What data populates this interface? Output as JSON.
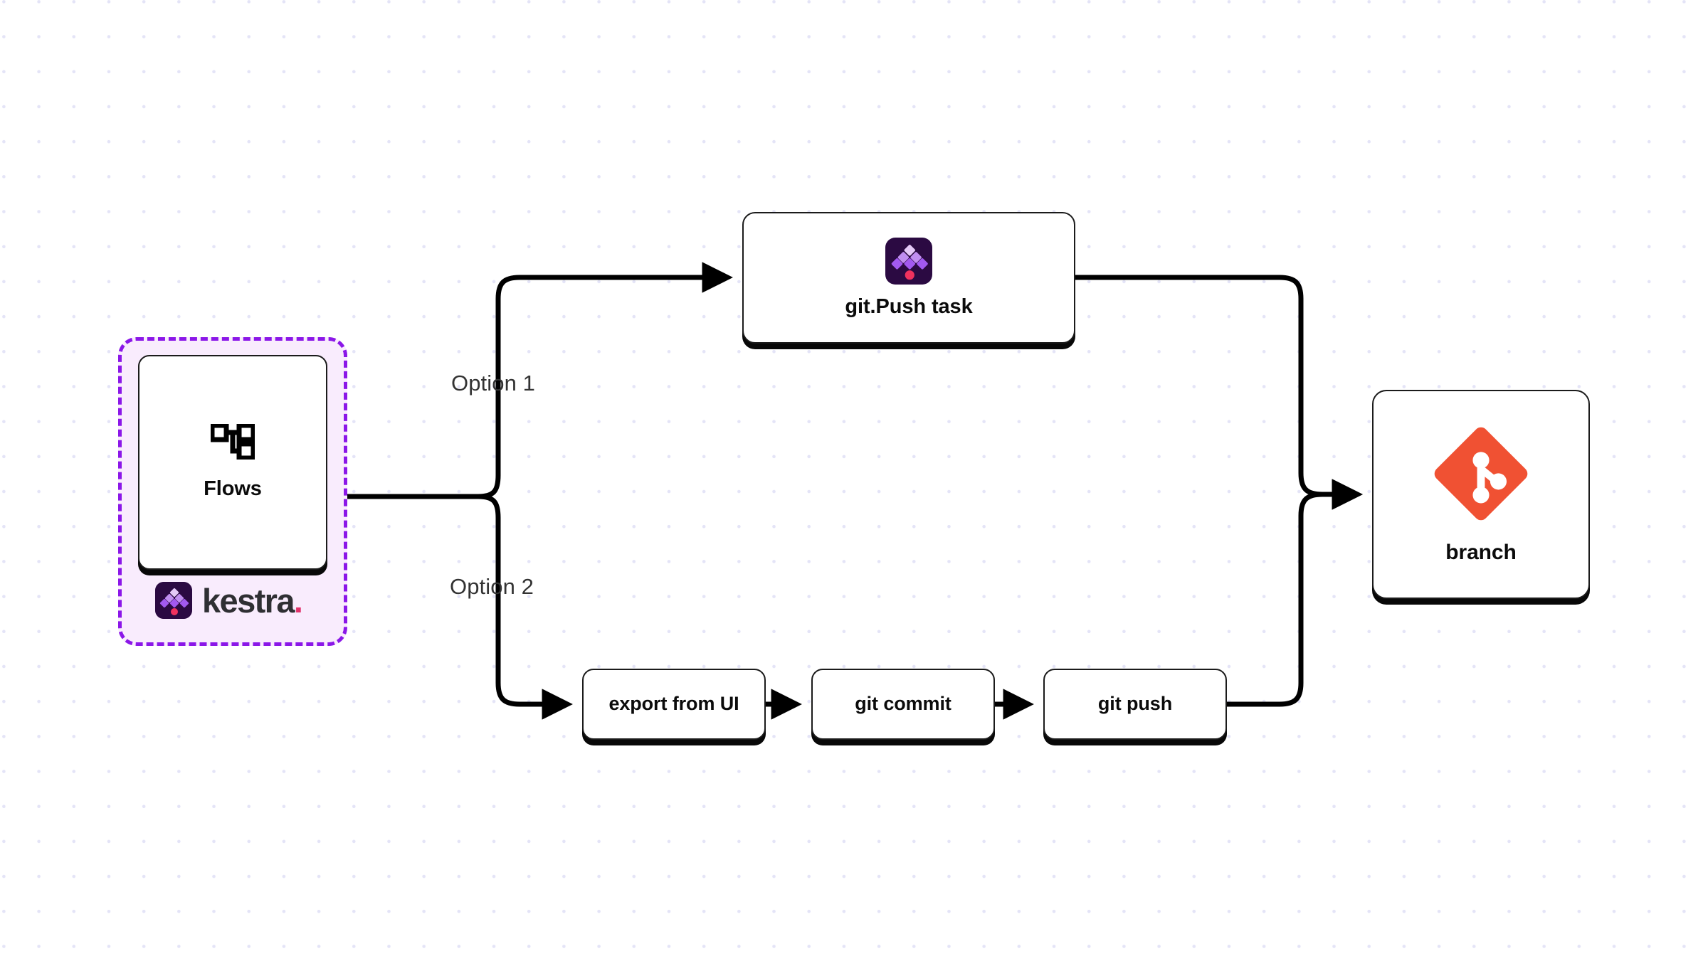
{
  "diagram": {
    "title": "Kestra flows to Git branch",
    "background": {
      "dot_color": "#e4e4f7",
      "page_color": "#ffffff"
    },
    "accent_colors": {
      "group_border": "#8b17e8",
      "group_fill": "#f9ecfd",
      "kestra_dark": "#2b0a42",
      "kestra_pink": "#f0325e",
      "git_orange": "#f05133",
      "edge": "#000000"
    }
  },
  "group": {
    "name": "kestra-group",
    "brand_word": "kestra",
    "brand_dot": ".",
    "icon": "kestra-logo-icon"
  },
  "nodes": [
    {
      "id": "flows",
      "label": "Flows",
      "icon": "flows-topology-icon"
    },
    {
      "id": "gitpush",
      "label": "git.Push task",
      "icon": "kestra-logo-icon"
    },
    {
      "id": "export",
      "label": "export from UI",
      "icon": null
    },
    {
      "id": "commit",
      "label": "git commit",
      "icon": null
    },
    {
      "id": "push",
      "label": "git push",
      "icon": null
    },
    {
      "id": "branch",
      "label": "branch",
      "icon": "git-logo-icon"
    }
  ],
  "edge_labels": {
    "option_1": "Option 1",
    "option_2": "Option 2"
  },
  "edges": [
    {
      "from": "flows",
      "to": "gitpush",
      "label": "Option 1"
    },
    {
      "from": "flows",
      "to": "export",
      "label": "Option 2"
    },
    {
      "from": "gitpush",
      "to": "branch",
      "label": ""
    },
    {
      "from": "export",
      "to": "commit",
      "label": ""
    },
    {
      "from": "commit",
      "to": "push",
      "label": ""
    },
    {
      "from": "push",
      "to": "branch",
      "label": ""
    }
  ]
}
